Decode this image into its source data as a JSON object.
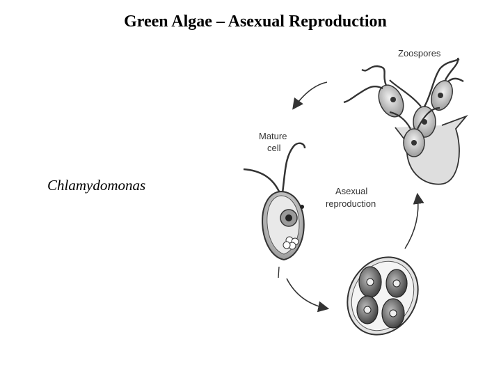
{
  "title": "Green Algae – Asexual Reproduction",
  "subtitle": "Chlamydomonas",
  "diagram": {
    "labels": {
      "zoospores": "Zoospores",
      "mature_cell_line1": "Mature",
      "mature_cell_line2": "cell",
      "asexual_line1": "Asexual",
      "asexual_line2": "reproduction"
    }
  }
}
